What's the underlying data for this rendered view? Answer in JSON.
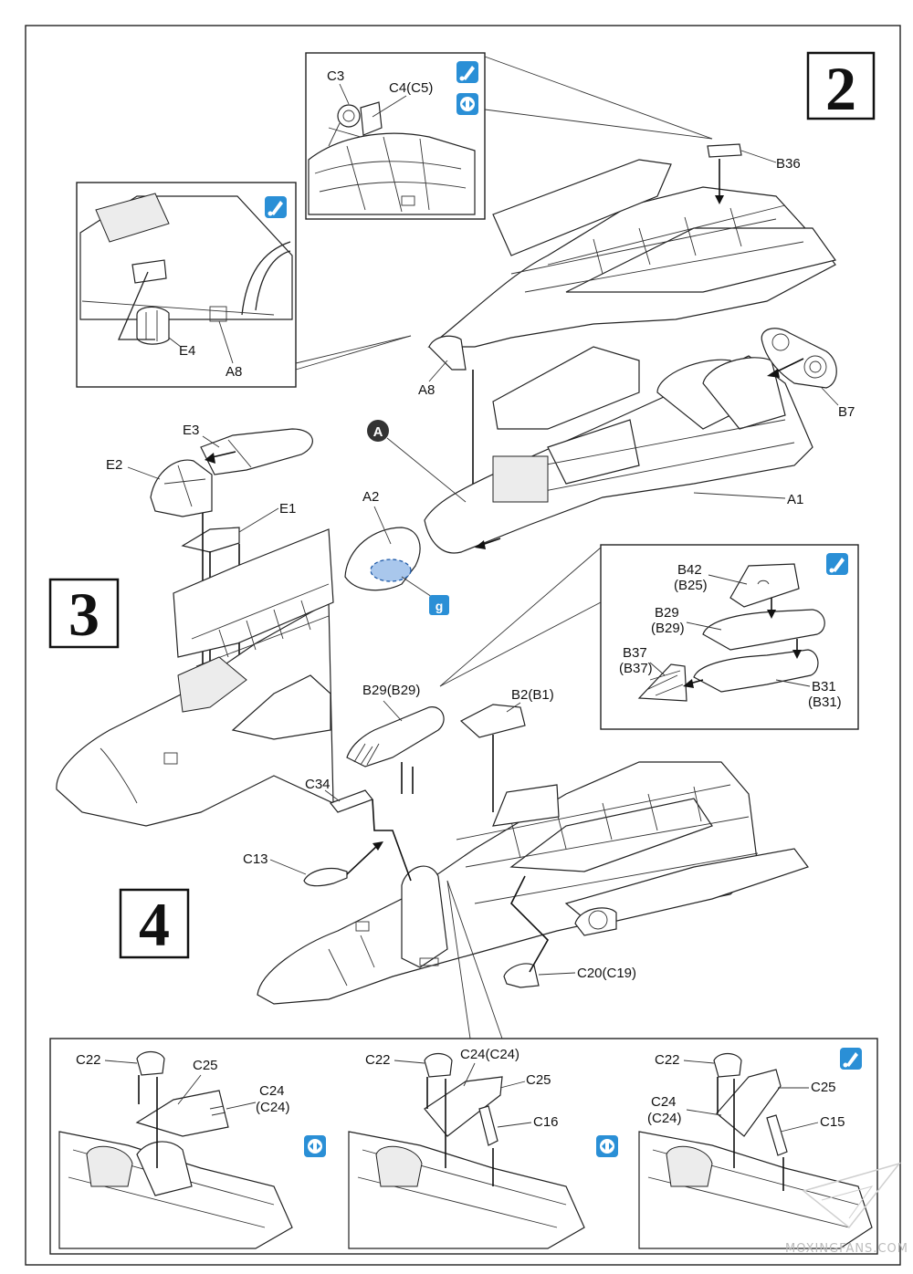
{
  "steps": {
    "s2": "2",
    "s3": "3",
    "s4": "4"
  },
  "labels": {
    "c3": "C3",
    "c4c5": "C4(C5)",
    "b36": "B36",
    "e4": "E4",
    "a8_inset": "A8",
    "a8_main": "A8",
    "b7": "B7",
    "a1": "A1",
    "e3": "E3",
    "e2": "E2",
    "e1": "E1",
    "a2": "A2",
    "b42": "B42",
    "b25": "(B25)",
    "b29a": "B29",
    "b29b": "(B29)",
    "b37a": "B37",
    "b37b": "(B37)",
    "b31a": "B31",
    "b31b": "(B31)",
    "b29main": "B29(B29)",
    "b2b1": "B2(B1)",
    "c34": "C34",
    "c13": "C13",
    "c20c19": "C20(C19)",
    "p1_c22": "C22",
    "p1_c25": "C25",
    "p1_c24a": "C24",
    "p1_c24b": "(C24)",
    "p2_c22": "C22",
    "p2_c24c24": "C24(C24)",
    "p2_c25": "C25",
    "p2_c16": "C16",
    "p3_c22": "C22",
    "p3_c25": "C25",
    "p3_c24a": "C24",
    "p3_c24b": "(C24)",
    "p3_c15": "C15"
  },
  "callout": "A",
  "paint_code": "g",
  "watermark": "MOXINGFANS.COM",
  "colors": {
    "icon_blue": "#2a8fd6",
    "clear_part": "#a9c7ec"
  },
  "icons": [
    "glue-icon",
    "option-icon",
    "paint-icon"
  ]
}
